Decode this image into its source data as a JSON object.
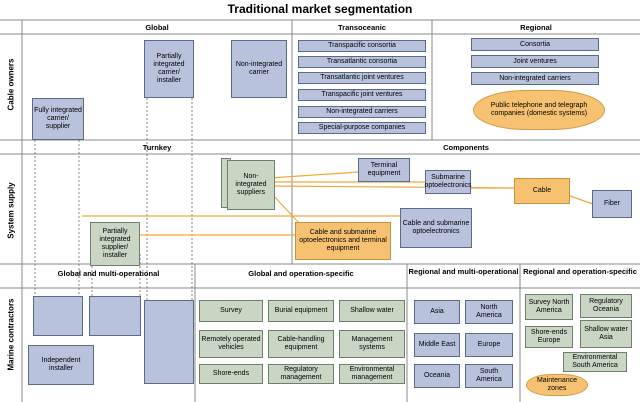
{
  "title": "Traditional market segmentation",
  "row_labels": {
    "cable_owners": "Cable owners",
    "system_supply": "System supply",
    "marine_contractors": "Marine contractors"
  },
  "headers": {
    "global": "Global",
    "transoceanic": "Transoceanic",
    "regional": "Regional",
    "turnkey": "Turnkey",
    "components": "Components",
    "global_multi": "Global and multi-operational",
    "global_specific": "Global and operation-specific",
    "regional_multi": "Regional and multi-operational",
    "regional_specific": "Regional and operation-specific"
  },
  "global_boxes": {
    "fully": "Fully integrated carrier/ supplier",
    "partially_carrier": "Partially integrated carrier/ installer",
    "non_integrated_carrier": "Non-integrated carrier"
  },
  "transoceanic": [
    "Transpacific consortia",
    "Transatlantic consortia",
    "Transatlantic joint ventures",
    "Transpacific joint ventures",
    "Non-integrated carriers",
    "Special-purpose companies"
  ],
  "regional": [
    "Consortia",
    "Joint ventures",
    "Non-integrated carriers"
  ],
  "ptt_cloud": "Public telephone and telegraph companies (domestic systems)",
  "supply": {
    "non_integrated_suppliers": "Non-integrated suppliers",
    "terminal_equipment": "Terminal equipment",
    "submarine_opto": "Submarine optoelectronics",
    "cable": "Cable",
    "fiber": "Fiber",
    "cable_and_opto": "Cable and submarine optoelectronics",
    "partially_supplier": "Partially integrated supplier/ installer",
    "cable_opto_terminal": "Cable and submarine optoelectronics and terminal equipment"
  },
  "marine": {
    "independent_installer": "Independent installer",
    "global_specific": [
      "Survey",
      "Burial equipment",
      "Shallow water",
      "Remotely operated vehicles",
      "Cable-handling equipment",
      "Management systems",
      "Shore-ends",
      "Regulatory management",
      "Environmental management"
    ],
    "regional_multi": [
      "Asia",
      "North America",
      "Middle East",
      "Europe",
      "Oceania",
      "South America"
    ],
    "regional_specific": [
      "Survey North America",
      "Regulatory Oceania",
      "Shore-ends Europe",
      "Shallow water Asia",
      "Environmental South America"
    ],
    "maintenance": "Maintenance zones"
  }
}
